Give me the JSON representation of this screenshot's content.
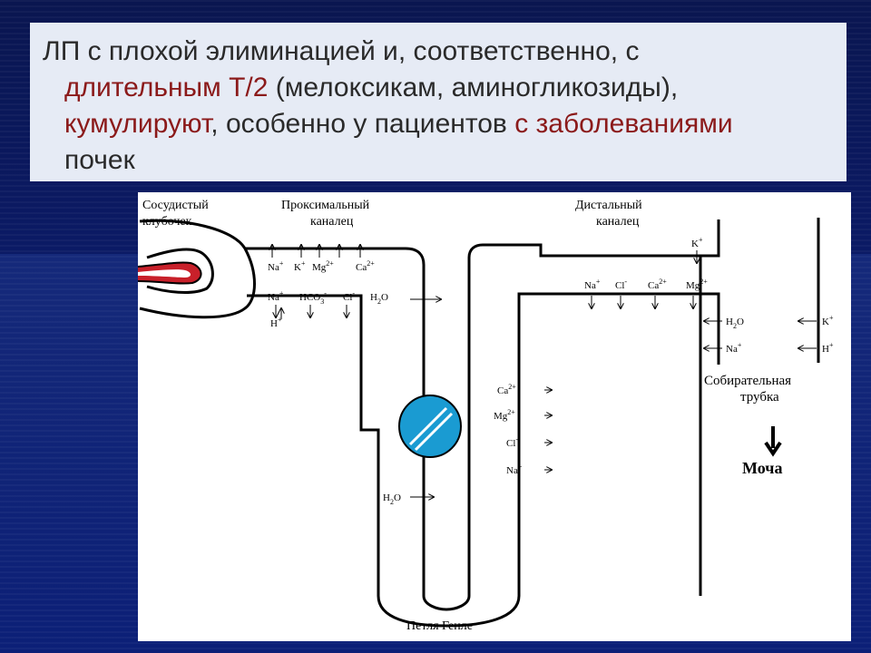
{
  "slide": {
    "line1": "ЛП с плохой элиминацией и, соответственно, с",
    "line2_red": "длительным Т/2",
    "line2_rest": " (мелоксикам, аминогликозиды),",
    "line3_red": "кумулируют",
    "line3_mid": ", особенно у пациентов ",
    "line3_red2": "с заболеваниями",
    "line4": "почек"
  },
  "diagram": {
    "labels": {
      "glomerulus_1": "Сосудистый",
      "glomerulus_2": "клубочек",
      "proximal_1": "Проксимальный",
      "proximal_2": "каналец",
      "distal_1": "Дистальный",
      "distal_2": "каналец",
      "collecting_1": "Собирательная",
      "collecting_2": "трубка",
      "loop": "Петля Генле",
      "urine": "Моча"
    },
    "ions": {
      "na": "Na",
      "k": "K",
      "mg": "Mg",
      "ca": "Ca",
      "hco": "HCO",
      "cl": "Cl",
      "h2": "H",
      "o": "O",
      "h": "H",
      "plus": "+",
      "minus": "-",
      "two_plus": "2+",
      "sub2": "2",
      "sub3": "3"
    },
    "colors": {
      "vessel": "#c8202a",
      "disc": "#1a9bd2",
      "accent_red": "#8b1a1a"
    }
  }
}
